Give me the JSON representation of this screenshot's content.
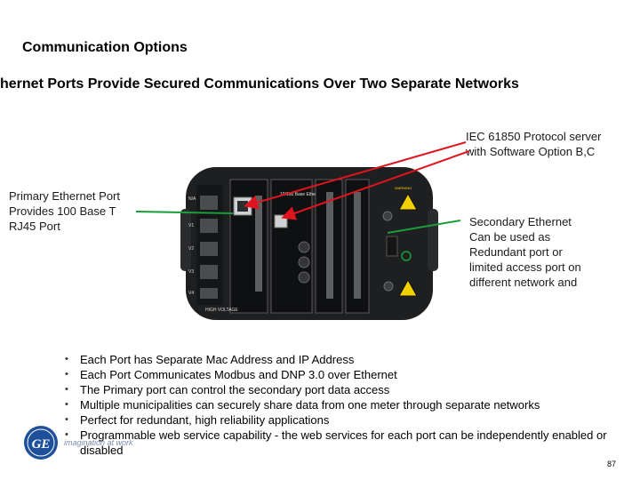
{
  "title": "Communication Options",
  "subtitle": "hernet Ports Provide Secured Communications  Over Two Separate Networks",
  "callouts": {
    "iec": [
      "IEC 61850 Protocol server",
      "with Software Option B,C"
    ],
    "primary": [
      "Primary Ethernet Port",
      "Provides 100 Base T",
      "RJ45 Port"
    ],
    "secondary": [
      "Secondary Ethernet",
      "Can be used as",
      "Redundant port or",
      "limited access port on",
      "different network and"
    ]
  },
  "device": {
    "card1_label": "10/100 Base Ethernet",
    "left_labels": [
      "N/A",
      "V1",
      "V2",
      "V3",
      "V4"
    ],
    "bottom_label": "HIGH VOLTAGE",
    "warning_label": "WARNING"
  },
  "bullets": [
    "Each Port has Separate Mac Address and IP Address",
    "Each Port Communicates Modbus and DNP 3.0 over Ethernet",
    "The Primary port can control the secondary port data access",
    "Multiple municipalities can securely share data from one meter through separate networks",
    "Perfect for redundant, high reliability applications",
    "Programmable web service capability - the web services for each port can be independently enabled or disabled"
  ],
  "footer": {
    "logo_text": "GE",
    "tagline": "imagination at work",
    "page_number": "87"
  },
  "colors": {
    "red_arrow": "#e0141e",
    "green_arrow": "#1a9e3a",
    "ge_blue": "#1d4f9a",
    "device_body": "#1e1f21",
    "warning_yellow": "#f3d000"
  }
}
